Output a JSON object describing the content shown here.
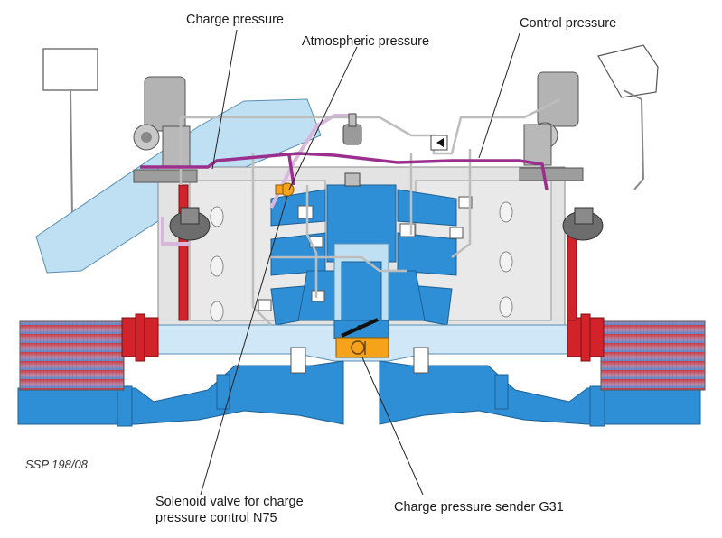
{
  "labels": {
    "charge_pressure": "Charge pressure",
    "atmospheric_pressure": "Atmospheric pressure",
    "control_pressure": "Control pressure",
    "ssp_ref": "SSP 198/08",
    "solenoid_line1": "Solenoid valve for charge",
    "solenoid_line2": "pressure control N75",
    "sender": "Charge pressure sender G31"
  },
  "colors": {
    "charge_pressure_line": "#9b2f8e",
    "atmospheric_pressure_line": "#d9b7dc",
    "control_pressure_line": "#c9c9c9",
    "intake_air": "#2f8fd6",
    "intake_air_light": "#bfe0f3",
    "hot_side": "#d2232a",
    "engine_block": "#e3e3e3",
    "sender": "#f7a21b"
  }
}
